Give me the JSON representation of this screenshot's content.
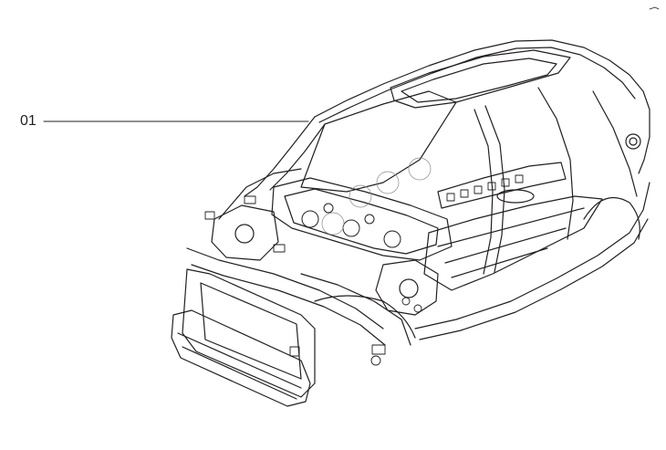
{
  "diagram": {
    "type": "exploded-parts-illustration",
    "subject": "car-body-in-white",
    "callouts": [
      {
        "label": "01"
      }
    ],
    "line_color": "#231f20",
    "background": "#ffffff"
  }
}
